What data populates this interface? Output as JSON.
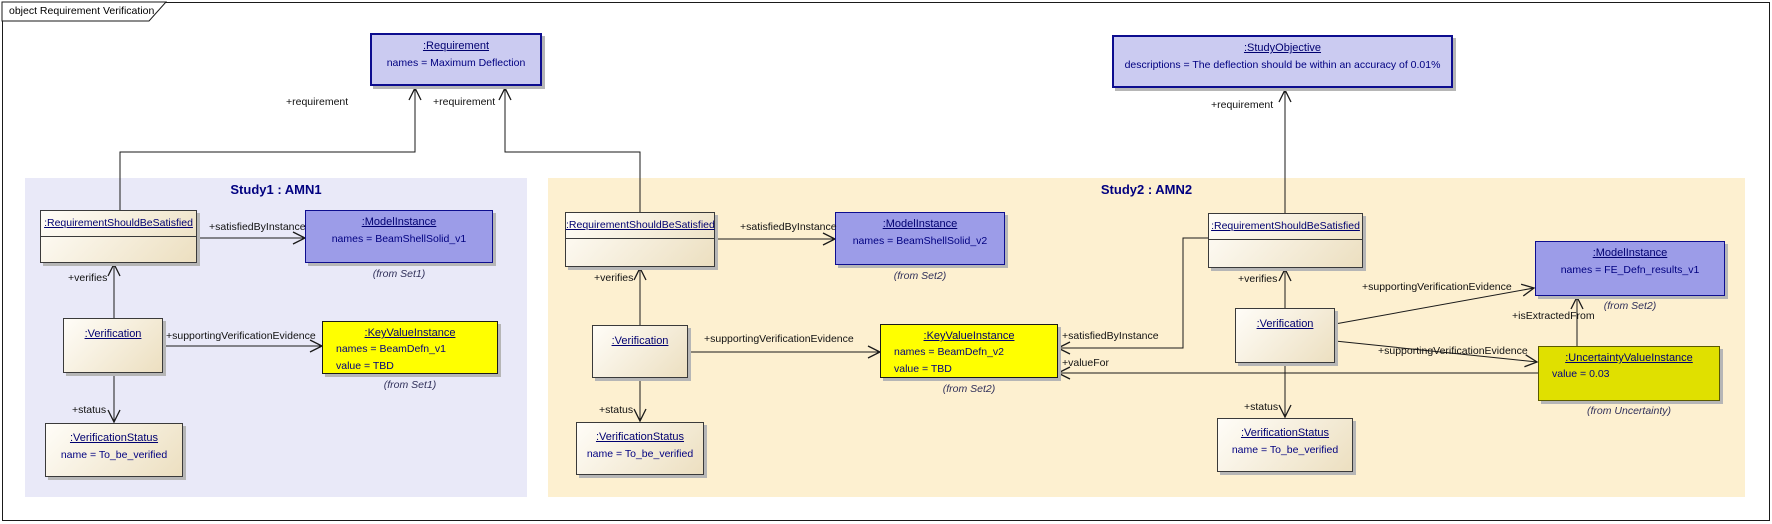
{
  "frame": {
    "tab_label": "object Requirement Verification"
  },
  "regions": {
    "study1": {
      "title": "Study1 : AMN1"
    },
    "study2": {
      "title": "Study2 : AMN2"
    }
  },
  "nodes": {
    "requirement": {
      "title": ":Requirement",
      "attr1": "names = Maximum Deflection"
    },
    "studyObjective": {
      "title": ":StudyObjective",
      "attr1": "descriptions = The deflection should be within an accuracy of 0.01%"
    },
    "rsbs1": {
      "title": ":RequirementShouldBeSatisfied"
    },
    "modelInstance1": {
      "title": ":ModelInstance",
      "attr1": "names = BeamShellSolid_v1",
      "note": "(from Set1)"
    },
    "verification1": {
      "title": ":Verification"
    },
    "kvi1": {
      "title": ":KeyValueInstance",
      "attr1": "names = BeamDefn_v1",
      "attr2": "value = TBD",
      "note": "(from Set1)"
    },
    "vstatus1": {
      "title": ":VerificationStatus",
      "attr1": "name = To_be_verified"
    },
    "rsbs2a": {
      "title": ":RequirementShouldBeSatisfied"
    },
    "modelInstance2": {
      "title": ":ModelInstance",
      "attr1": "names = BeamShellSolid_v2",
      "note": "(from Set2)"
    },
    "verification2a": {
      "title": ":Verification"
    },
    "kvi2": {
      "title": ":KeyValueInstance",
      "attr1": "names = BeamDefn_v2",
      "attr2": "value = TBD",
      "note": "(from Set2)"
    },
    "vstatus2a": {
      "title": ":VerificationStatus",
      "attr1": "name = To_be_verified"
    },
    "rsbs2b": {
      "title": ":RequirementShouldBeSatisfied"
    },
    "verification2b": {
      "title": ":Verification"
    },
    "modelInstance3": {
      "title": ":ModelInstance",
      "attr1": "names = FE_Defn_results_v1",
      "note": "(from Set2)"
    },
    "uvi": {
      "title": ":UncertaintyValueInstance",
      "attr1": "value = 0.03",
      "note": "(from Uncertainty)"
    },
    "vstatus2b": {
      "title": ":VerificationStatus",
      "attr1": "name = To_be_verified"
    }
  },
  "edge_labels": {
    "e1": "+requirement",
    "e2": "+requirement",
    "e3": "+requirement",
    "e4": "+satisfiedByInstance",
    "e5": "+verifies",
    "e6": "+supportingVerificationEvidence",
    "e7": "+status",
    "e8": "+satisfiedByInstance",
    "e9": "+verifies",
    "e10": "+supportingVerificationEvidence",
    "e11": "+status",
    "e12": "+satisfiedByInstance",
    "e13": "+valueFor",
    "e14": "+verifies",
    "e15": "+supportingVerificationEvidence",
    "e16": "+supportingVerificationEvidence",
    "e17": "+isExtractedFrom",
    "e18": "+status"
  },
  "colors": {
    "navy": "#000080",
    "blue_node_fill": "#cbcbf1",
    "model_fill": "#9c9ce8",
    "yellow_fill": "#ffff00",
    "olive_fill": "#e0e000",
    "study1_bg": "#e9e9f8",
    "study2_bg": "#fdf0d0"
  }
}
